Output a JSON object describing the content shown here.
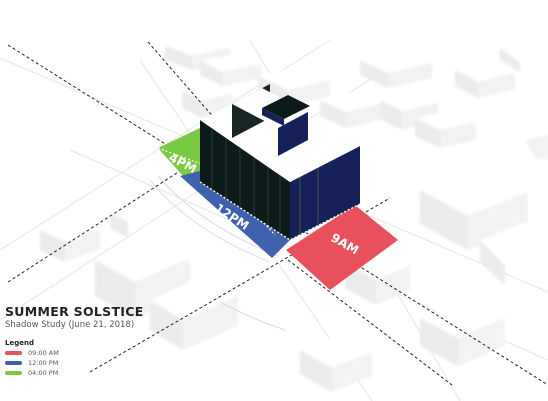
{
  "diagram": {
    "title": "SUMMER SOLSTICE",
    "subtitle": "Shadow Study (June 21, 2018)",
    "legend_title": "Legend",
    "legend": [
      {
        "label": "09:00 AM",
        "color": "#e8505b"
      },
      {
        "label": "12:00 PM",
        "color": "#3e62ad"
      },
      {
        "label": "04:00 PM",
        "color": "#7ac943"
      }
    ],
    "shadow_labels": {
      "am": "9AM",
      "noon": "12PM",
      "pm": "4PM"
    },
    "colors": {
      "shadow_am": "#e8505b",
      "shadow_noon": "#3e62ad",
      "shadow_pm": "#7ac943",
      "building_dark": "#0d1a1a",
      "building_navy": "#16215a",
      "context_block": "#f4f4f4"
    }
  }
}
